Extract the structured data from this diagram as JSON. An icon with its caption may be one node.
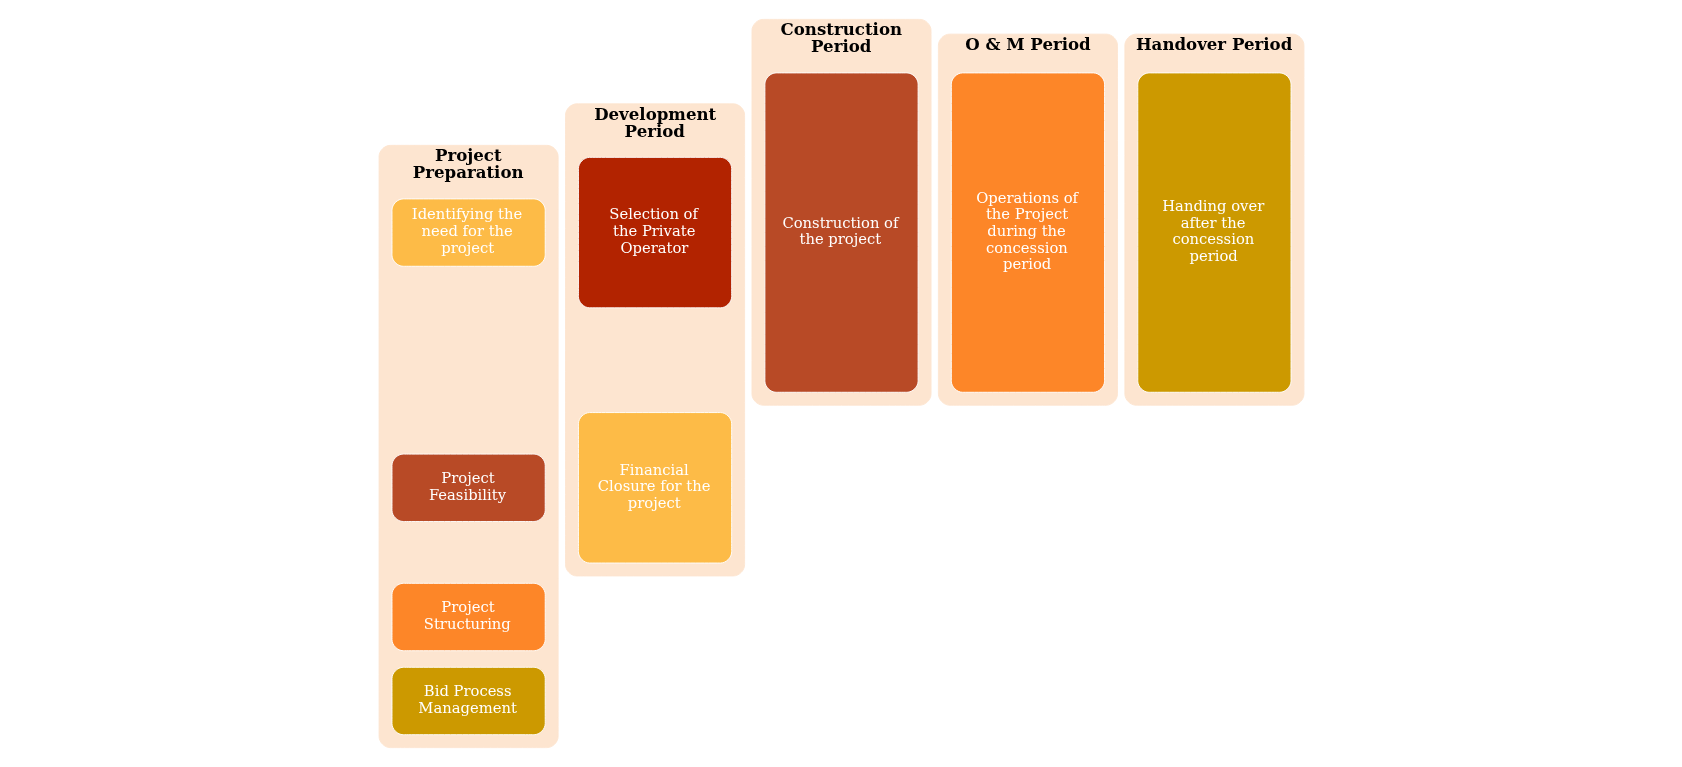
{
  "diagram": {
    "nodes": [
      {
        "text": [
          "Project Preparation"
        ]
      },
      {
        "text": [
          "Identifying the need for the project"
        ],
        "in": 0
      },
      {
        "text": [
          "Project Feasibility"
        ],
        "in": 0
      },
      {
        "text": [
          "Project Structuring"
        ],
        "in": 0
      },
      {
        "text": [
          "Bid Process Management"
        ],
        "in": 0
      },
      {
        "text": [
          "Development Period"
        ]
      },
      {
        "text": [
          "Selection of the Private Operator"
        ],
        "in": 5
      },
      {
        "text": [
          "Financial Closure for the project"
        ],
        "in": 5
      },
      {
        "text": [
          "Construction Period"
        ]
      },
      {
        "text": [
          "Construction of the project"
        ],
        "in": 8
      },
      {
        "text": [
          "O & M Period"
        ]
      },
      {
        "text": [
          "Operations of the Project during the concession period"
        ],
        "in": 10
      },
      {
        "text": [
          "Handover Period"
        ]
      },
      {
        "text": [
          "Handing over after the concession period"
        ],
        "in": 12
      }
    ],
    "edges": []
  }
}
